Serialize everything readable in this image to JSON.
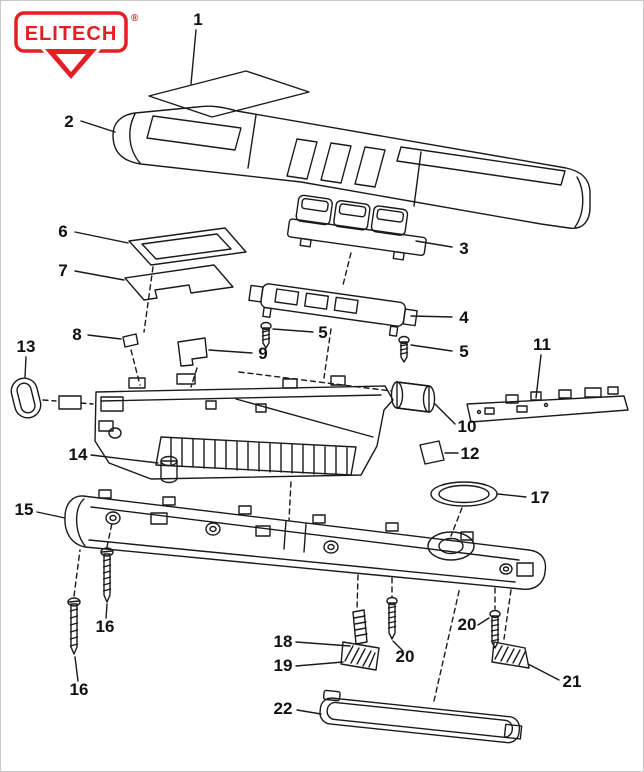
{
  "brand": {
    "name": "ELITECH",
    "registered_mark": "®"
  },
  "colors": {
    "brand_red": "#e31e24",
    "line_color": "#1a1a1a"
  },
  "diagram": {
    "callouts": {
      "c1": "1",
      "c2": "2",
      "c3": "3",
      "c4": "4",
      "c5a": "5",
      "c5b": "5",
      "c6": "6",
      "c7": "7",
      "c8": "8",
      "c9": "9",
      "c10": "10",
      "c11": "11",
      "c12": "12",
      "c13": "13",
      "c14": "14",
      "c15": "15",
      "c16a": "16",
      "c16b": "16",
      "c17": "17",
      "c18": "18",
      "c19": "19",
      "c20a": "20",
      "c20b": "20",
      "c21": "21",
      "c22": "22"
    }
  }
}
